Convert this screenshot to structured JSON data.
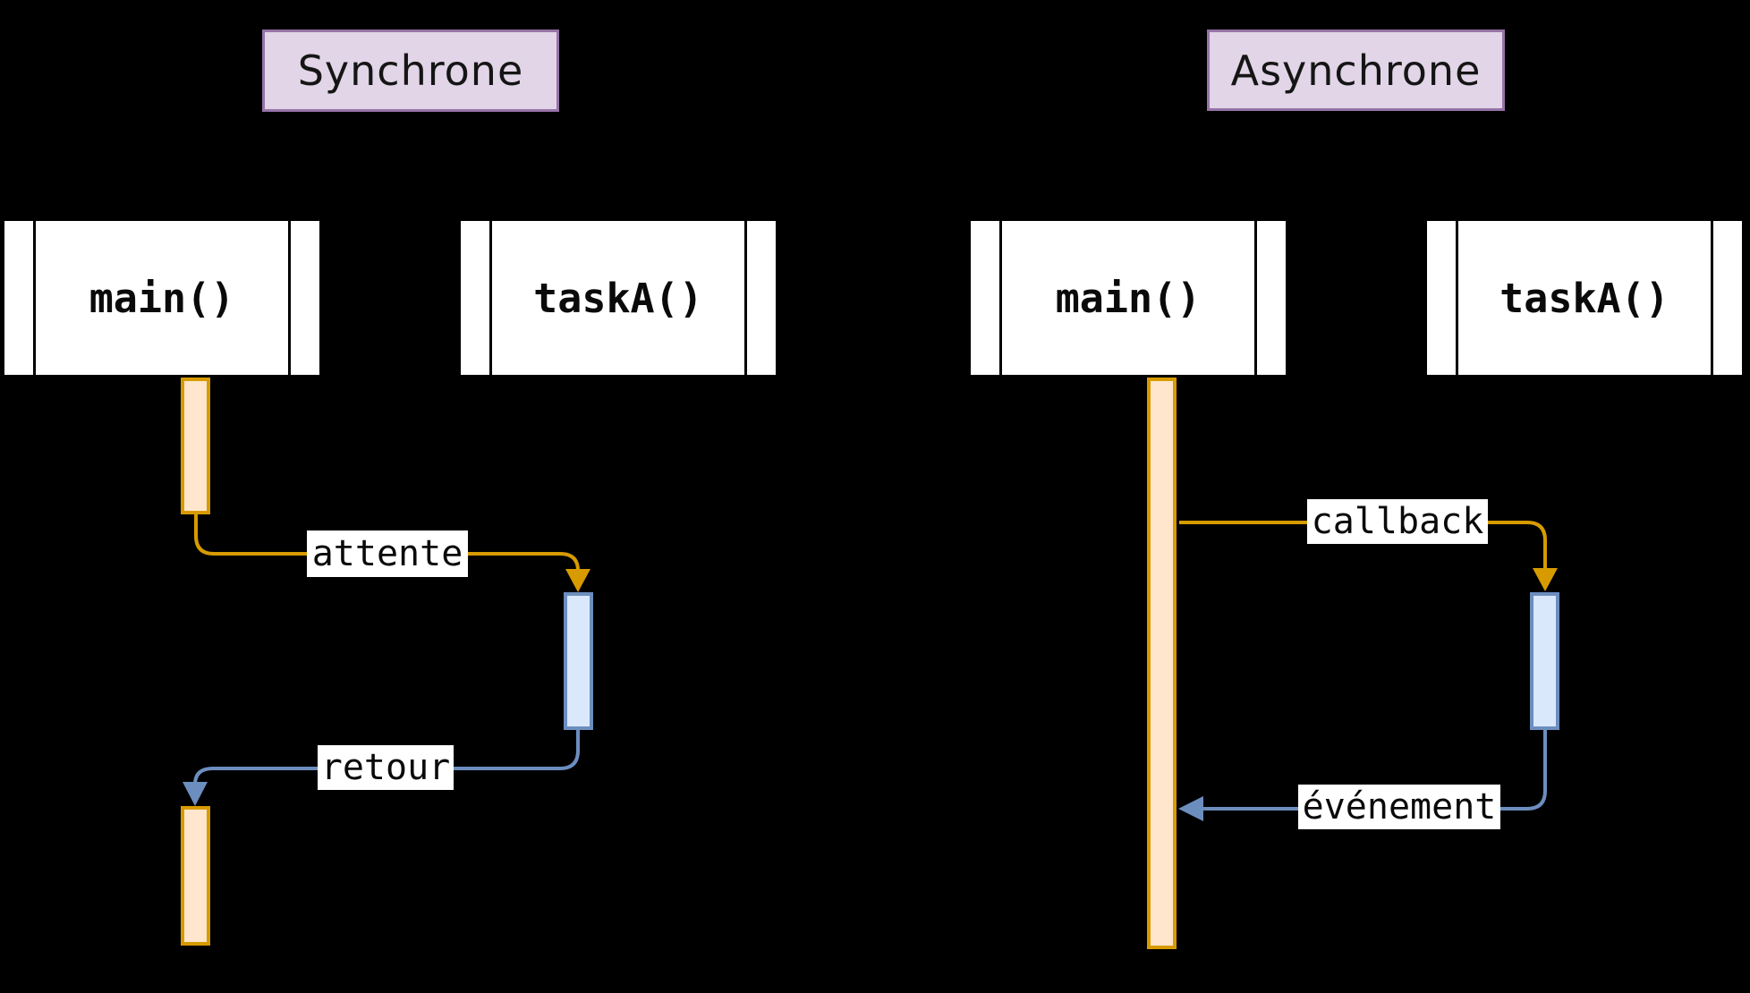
{
  "diagram": {
    "kind": "sequence-comparison",
    "background_color": "#000000",
    "panels": [
      {
        "title": "Synchrone",
        "actors": [
          {
            "name": "main()"
          },
          {
            "name": "taskA()"
          }
        ],
        "messages": [
          {
            "label": "attente",
            "from": "main()",
            "to": "taskA()",
            "direction": "right",
            "color": "#d79b00"
          },
          {
            "label": "retour",
            "from": "taskA()",
            "to": "main()",
            "direction": "left",
            "color": "#6c8ebf"
          }
        ]
      },
      {
        "title": "Asynchrone",
        "actors": [
          {
            "name": "main()"
          },
          {
            "name": "taskA()"
          }
        ],
        "messages": [
          {
            "label": "callback",
            "from": "main()",
            "to": "taskA()",
            "direction": "right",
            "color": "#d79b00"
          },
          {
            "label": "événement",
            "from": "taskA()",
            "to": "main()",
            "direction": "left",
            "color": "#6c8ebf"
          }
        ]
      }
    ]
  },
  "colors": {
    "title_fill": "#e1d5e7",
    "title_stroke": "#9673a6",
    "actor_fill": "#ffffff",
    "actor_stroke": "#000000",
    "activation_sync_fill": "#ffe6cc",
    "activation_sync_stroke": "#d79b00",
    "activation_task_fill": "#dae8fc",
    "activation_task_stroke": "#6c8ebf",
    "label_bg": "#ffffff",
    "text": "#0a0a0a"
  }
}
